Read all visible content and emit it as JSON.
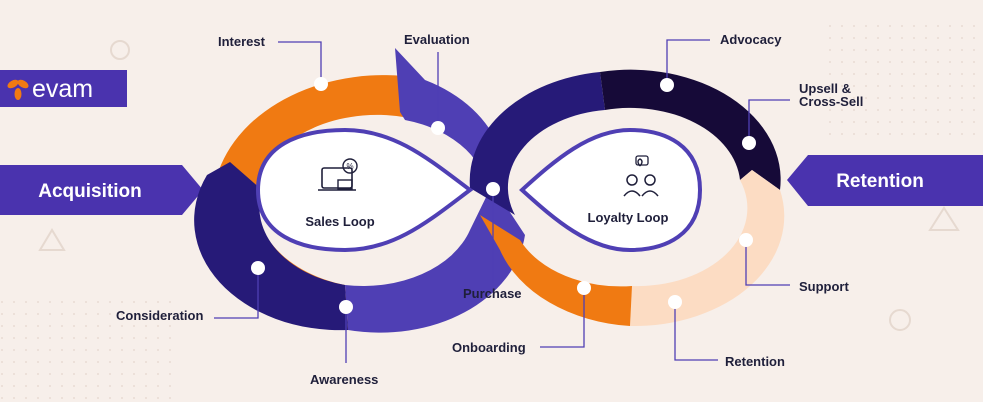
{
  "brand": {
    "name": "evam"
  },
  "banners": {
    "left": "Acquisition",
    "right": "Retention"
  },
  "loops": {
    "left": "Sales Loop",
    "right": "Loyalty Loop"
  },
  "stages": {
    "interest": "Interest",
    "evaluation": "Evaluation",
    "consideration": "Consideration",
    "awareness": "Awareness",
    "purchase": "Purchase",
    "onboarding": "Onboarding",
    "retention": "Retention",
    "support": "Support",
    "upsell_line1": "Upsell &",
    "upsell_line2": "Cross-Sell",
    "advocacy": "Advocacy"
  },
  "colors": {
    "background": "#f7efea",
    "orange": "#f07a12",
    "purple": "#4f3fb4",
    "navy": "#261a78",
    "dark": "#160a38",
    "peach": "#fcdcc3",
    "banner": "#4a33ae"
  }
}
